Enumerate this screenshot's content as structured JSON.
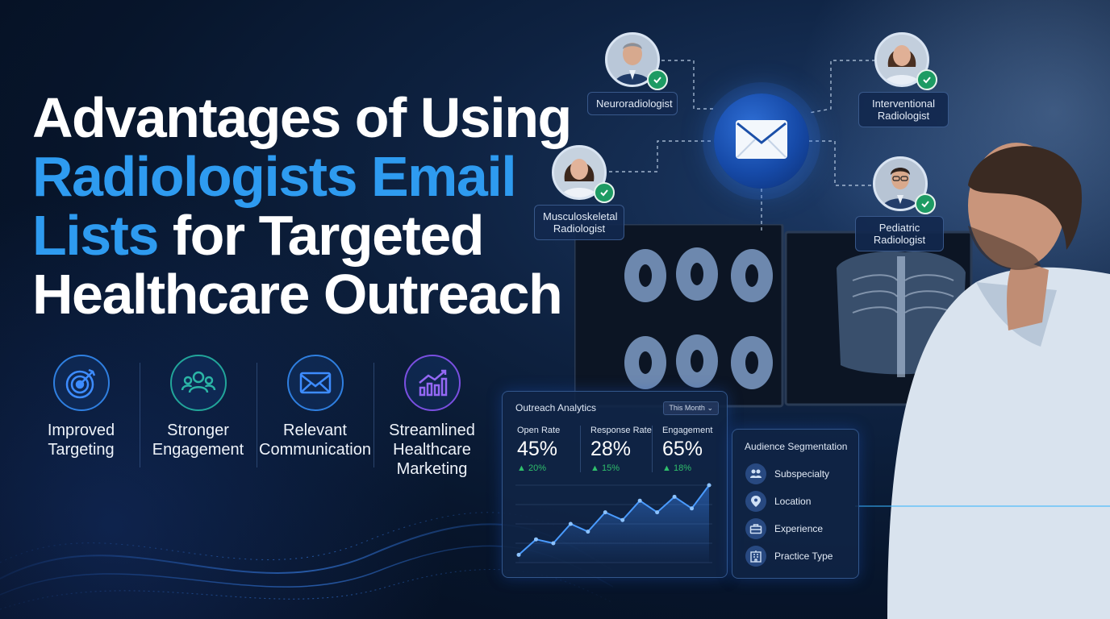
{
  "title": {
    "line1": "Advantages of Using",
    "line2": "Radiologists Email",
    "line3_accent": "Lists",
    "line3_rest": " for Targeted",
    "line4": "Healthcare Outreach"
  },
  "features": [
    {
      "label": "Improved Targeting",
      "icon": "target-icon",
      "color": "#2f7fe0"
    },
    {
      "label": "Stronger Engagement",
      "icon": "group-icon",
      "color": "#22a59a"
    },
    {
      "label": "Relevant Communication",
      "icon": "envelope-icon",
      "color": "#2f7fe0"
    },
    {
      "label": "Streamlined Healthcare Marketing",
      "icon": "growth-chart-icon",
      "color": "#7a4fe0"
    }
  ],
  "network": {
    "hub_icon": "envelope-icon",
    "nodes": [
      {
        "label": "Neuroradiologist"
      },
      {
        "label": "Interventional Radiologist"
      },
      {
        "label": "Musculoskeletal Radiologist"
      },
      {
        "label": "Pediatric Radiologist"
      }
    ]
  },
  "analytics": {
    "title": "Outreach Analytics",
    "period": "This Month",
    "metrics": [
      {
        "label": "Open Rate",
        "value": "45%",
        "delta": "20%"
      },
      {
        "label": "Response Rate",
        "value": "28%",
        "delta": "15%"
      },
      {
        "label": "Engagement",
        "value": "65%",
        "delta": "18%"
      }
    ],
    "trend": [
      1,
      3,
      2.5,
      5,
      4,
      6.5,
      5.5,
      8,
      6.5,
      8.5,
      7,
      10
    ]
  },
  "segmentation": {
    "title": "Audience Segmentation",
    "items": [
      {
        "label": "Subspecialty",
        "icon": "people-icon"
      },
      {
        "label": "Location",
        "icon": "location-pin-icon"
      },
      {
        "label": "Experience",
        "icon": "briefcase-icon"
      },
      {
        "label": "Practice Type",
        "icon": "building-icon"
      }
    ]
  },
  "colors": {
    "accent": "#2e9bf0",
    "background": "#07152b",
    "positive": "#2fbf6c"
  }
}
